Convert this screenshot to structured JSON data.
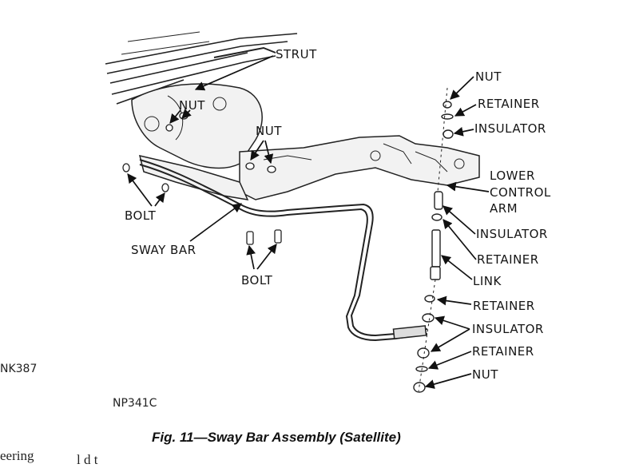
{
  "labels": {
    "strut": "STRUT",
    "nut_left": "NUT",
    "nut_center": "NUT",
    "bolt_left": "BOLT",
    "sway_bar": "SWAY BAR",
    "bolt_bottom": "BOLT",
    "stack": {
      "nut_top": "NUT",
      "retainer_1": "RETAINER",
      "insulator_1": "INSULATOR",
      "lower": "LOWER",
      "control": "CONTROL",
      "arm": "ARM",
      "insulator_2": "INSULATOR",
      "retainer_2": "RETAINER",
      "link": "LINK",
      "retainer_3": "RETAINER",
      "insulator_3": "INSULATOR",
      "retainer_4": "RETAINER",
      "nut_bottom": "NUT"
    }
  },
  "codes": {
    "left": "NK387",
    "figure": "NP341C"
  },
  "caption": "Fig. 11—Sway Bar Assembly (Satellite)",
  "page_fragments": {
    "bottom_left_1": "eering",
    "bottom_left_2": "l  d    t"
  }
}
